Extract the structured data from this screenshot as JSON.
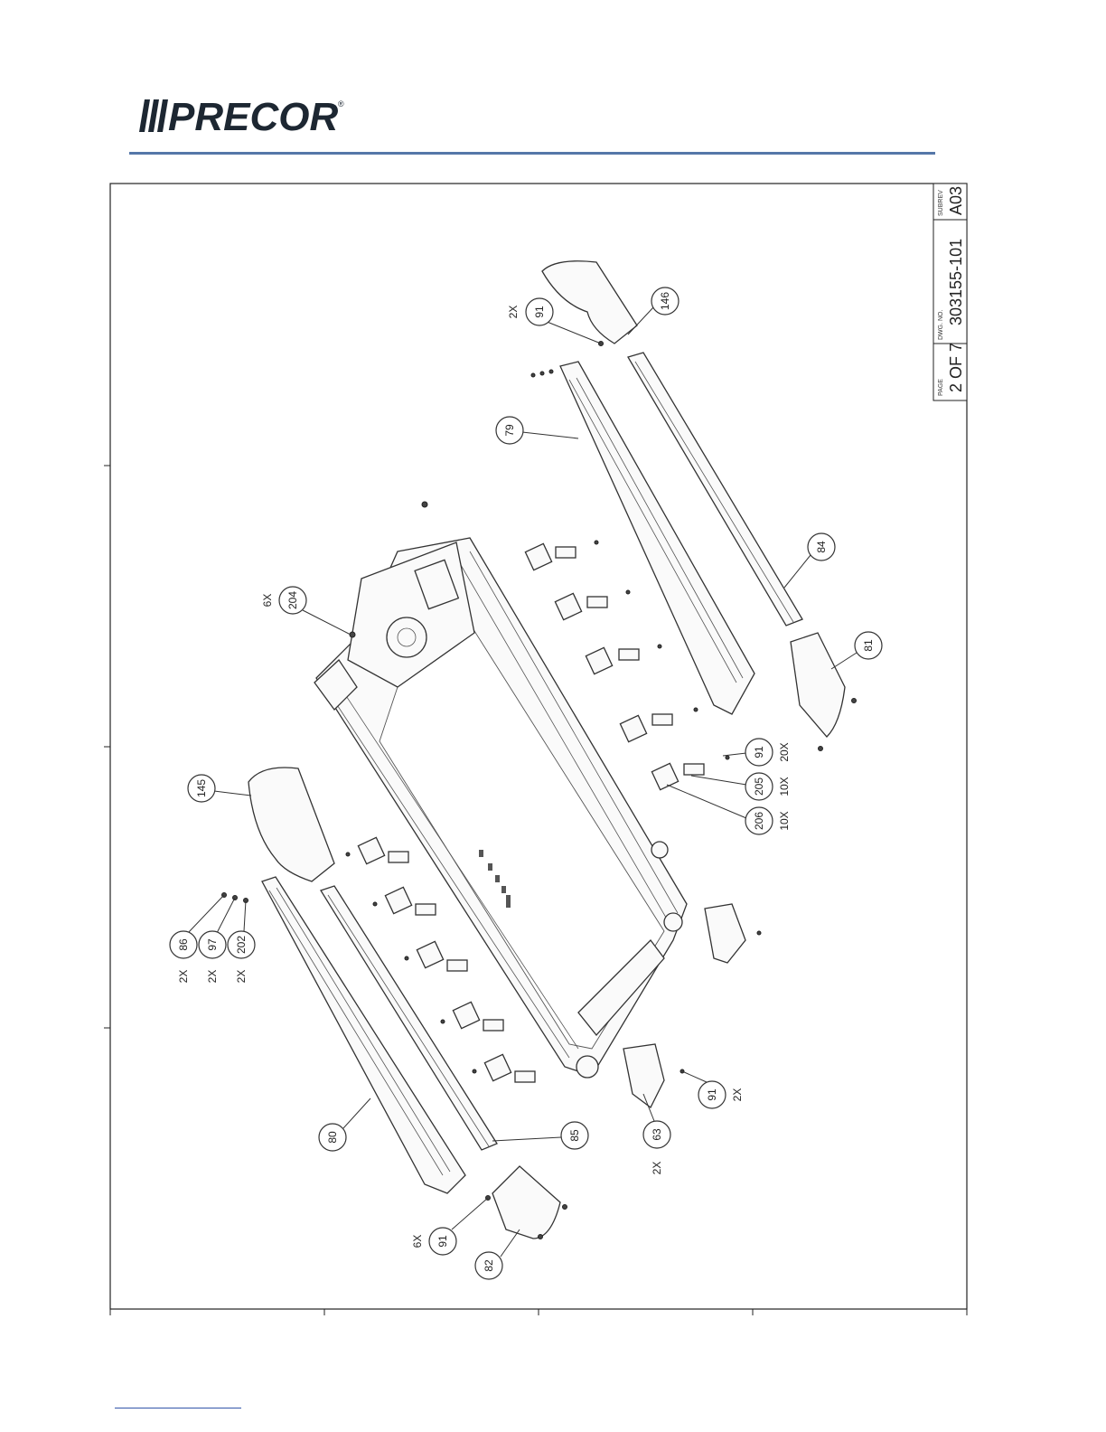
{
  "brand": {
    "name": "PRECOR",
    "registered_mark": "®",
    "accent_color": "#5577a8"
  },
  "title_block": {
    "subrev_label": "SUBREV",
    "subrev_value": "A03",
    "dwg_no_label": "DWG. NO.",
    "dwg_no_value": "303155-101",
    "page_label": "PAGE",
    "page_value": "2 OF 7"
  },
  "callouts": [
    {
      "id": "91a",
      "label": "91",
      "qty": "2X"
    },
    {
      "id": "146",
      "label": "146",
      "qty": ""
    },
    {
      "id": "79",
      "label": "79",
      "qty": ""
    },
    {
      "id": "204",
      "label": "204",
      "qty": "6X"
    },
    {
      "id": "84",
      "label": "84",
      "qty": ""
    },
    {
      "id": "81",
      "label": "81",
      "qty": ""
    },
    {
      "id": "91b",
      "label": "91",
      "qty": "20X"
    },
    {
      "id": "205",
      "label": "205",
      "qty": "10X"
    },
    {
      "id": "206",
      "label": "206",
      "qty": "10X"
    },
    {
      "id": "145",
      "label": "145",
      "qty": ""
    },
    {
      "id": "86",
      "label": "86",
      "qty": "2X"
    },
    {
      "id": "97",
      "label": "97",
      "qty": "2X"
    },
    {
      "id": "202",
      "label": "202",
      "qty": "2X"
    },
    {
      "id": "80",
      "label": "80",
      "qty": ""
    },
    {
      "id": "85",
      "label": "85",
      "qty": ""
    },
    {
      "id": "63",
      "label": "63",
      "qty": "2X"
    },
    {
      "id": "91c",
      "label": "91",
      "qty": "2X"
    },
    {
      "id": "91d",
      "label": "91",
      "qty": "6X"
    },
    {
      "id": "82",
      "label": "82",
      "qty": ""
    }
  ]
}
